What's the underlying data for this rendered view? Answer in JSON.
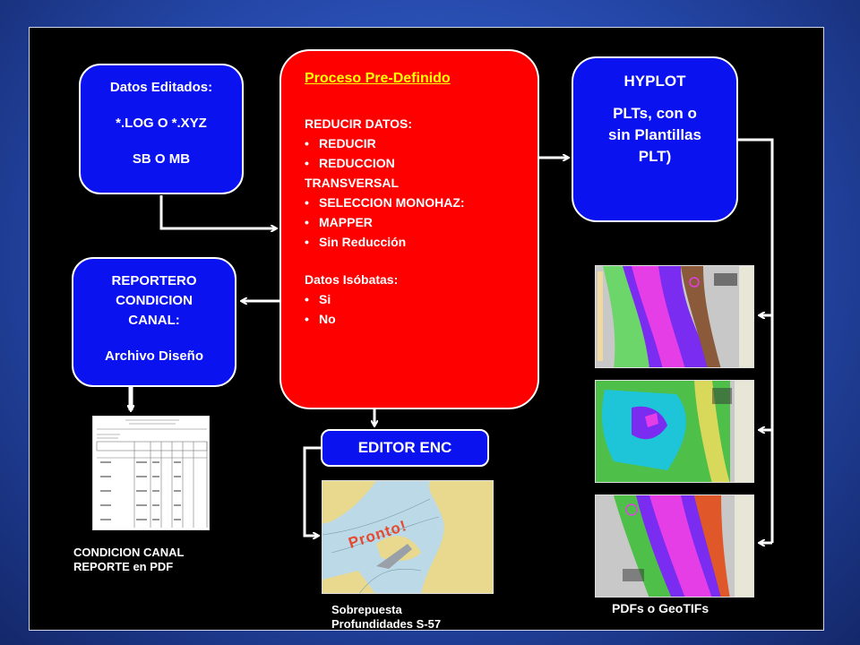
{
  "colors": {
    "blue": "#0a12f0",
    "red": "#ff0000",
    "title_yellow": "#ffff00",
    "panel": "#000000"
  },
  "box_datos": {
    "line1": "Datos Editados:",
    "line2": "*.LOG O *.XYZ",
    "line3": "SB O MB"
  },
  "box_reportero": {
    "line1": "REPORTERO",
    "line2": "CONDICION",
    "line3": "CANAL:",
    "line4": "Archivo Diseño"
  },
  "box_proceso": {
    "title": "Proceso Pre-Definido",
    "reducir_heading": "REDUCIR DATOS:",
    "reducir_items": [
      "REDUCIR",
      "REDUCCION",
      "TRANSVERSAL",
      "SELECCION MONOHAZ:",
      "MAPPER",
      "Sin Reducción"
    ],
    "isobatas_heading": "Datos Isóbatas:",
    "isobatas_items": [
      "Si",
      "No"
    ]
  },
  "box_hyplot": {
    "line1": "HYPLOT",
    "line2": "PLTs, con o",
    "line3": "sin Plantillas",
    "line4": "PLT)"
  },
  "box_editor": {
    "label": "EDITOR ENC"
  },
  "overlay_text": "Pronto!",
  "captions": {
    "report": [
      "CONDICION CANAL",
      "REPORTE en PDF"
    ],
    "enc": [
      "Sobrepuesta",
      "Profundidades S-57"
    ],
    "pdfs": "PDFs o GeoTIFs"
  }
}
